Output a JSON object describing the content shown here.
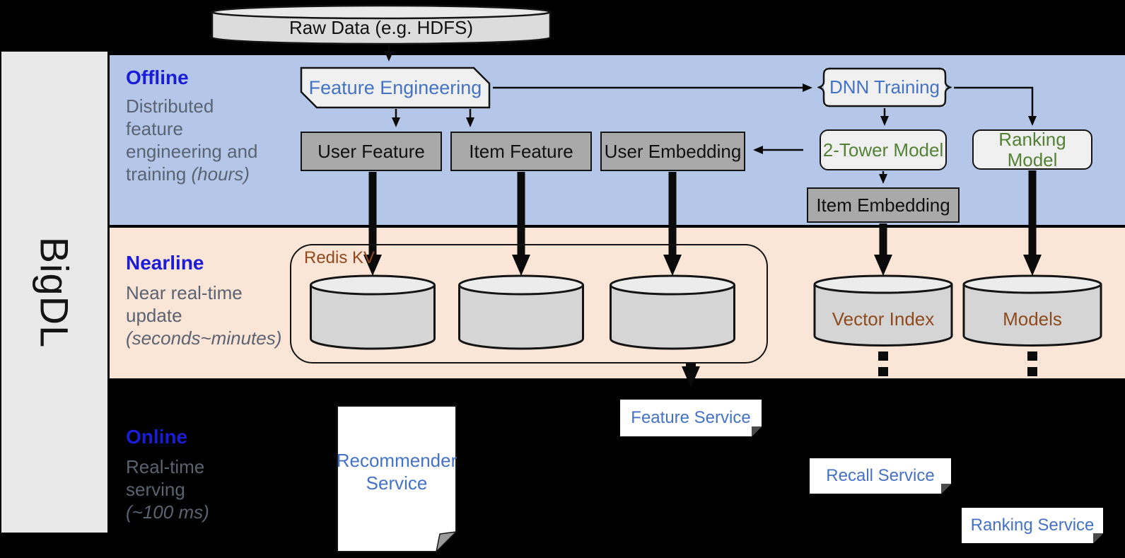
{
  "brand": {
    "label": "BigDL"
  },
  "raw_data": {
    "label": "Raw Data (e.g. HDFS)"
  },
  "sections": {
    "offline": {
      "title": "Offline",
      "desc": "Distributed\nfeature\nengineering and\ntraining ",
      "desc_italic": "(hours)"
    },
    "nearline": {
      "title": "Nearline",
      "desc": "Near real-time\nupdate\n",
      "desc_italic": "(seconds~minutes)"
    },
    "online": {
      "title": "Online",
      "desc": "Real-time\nserving\n",
      "desc_italic": "(~100 ms)"
    }
  },
  "offline": {
    "feature_engineering": "Feature Engineering",
    "dnn_training": "DNN Training",
    "user_feature": "User Feature",
    "item_feature": "Item Feature",
    "user_embedding": "User Embedding",
    "two_tower_model": "2-Tower Model",
    "ranking_model": "Ranking Model",
    "item_embedding": "Item Embedding"
  },
  "nearline": {
    "redis_kv": "Redis KV",
    "vector_index": "Vector Index",
    "models": "Models"
  },
  "online": {
    "recommender_service": "Recommender\nService",
    "feature_service": "Feature Service",
    "recall_service": "Recall Service",
    "ranking_service": "Ranking Service"
  },
  "colors": {
    "background": "#000000",
    "offline_band": "#b5c7e9",
    "nearline_band": "#fbe5d6",
    "section_title_blue": "#1b1cd6",
    "section_desc_gray": "#5a6372",
    "node_blue_text": "#4472c4",
    "node_green_text": "#548235",
    "store_brown_text": "#8f4a1e",
    "gray_box_fill": "#a9a9a9",
    "light_box_fill": "#f0f0f0",
    "cylinder_fill": "#d5d5d5",
    "sidebar_fill": "#e9e9e9"
  }
}
